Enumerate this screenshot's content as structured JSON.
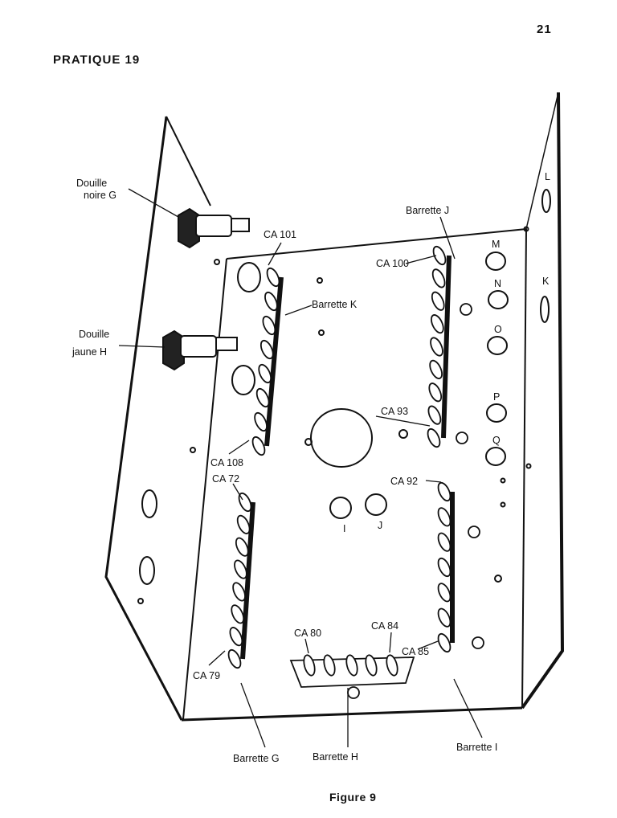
{
  "header": {
    "page_number": "21",
    "section": "PRATIQUE 19"
  },
  "figure": {
    "caption": "Figure 9",
    "labels": {
      "douille_noire": [
        "Douille",
        "noire G"
      ],
      "douille_jaune": [
        "Douille",
        "jaune H"
      ],
      "barrette_j": "Barrette J",
      "barrette_k": "Barrette K",
      "barrette_g": "Barrette G",
      "barrette_h": "Barrette H",
      "barrette_i": "Barrette I",
      "ca101": "CA 101",
      "ca100": "CA 100",
      "ca93": "CA 93",
      "ca92": "CA 92",
      "ca108": "CA 108",
      "ca72": "CA 72",
      "ca80": "CA 80",
      "ca84": "CA 84",
      "ca85": "CA 85",
      "ca79": "CA 79",
      "hole_m": "M",
      "hole_n": "N",
      "hole_o": "O",
      "hole_p": "P",
      "hole_q": "Q",
      "hole_i": "I",
      "hole_j": "J",
      "hole_k": "K",
      "hole_l": "L"
    }
  }
}
